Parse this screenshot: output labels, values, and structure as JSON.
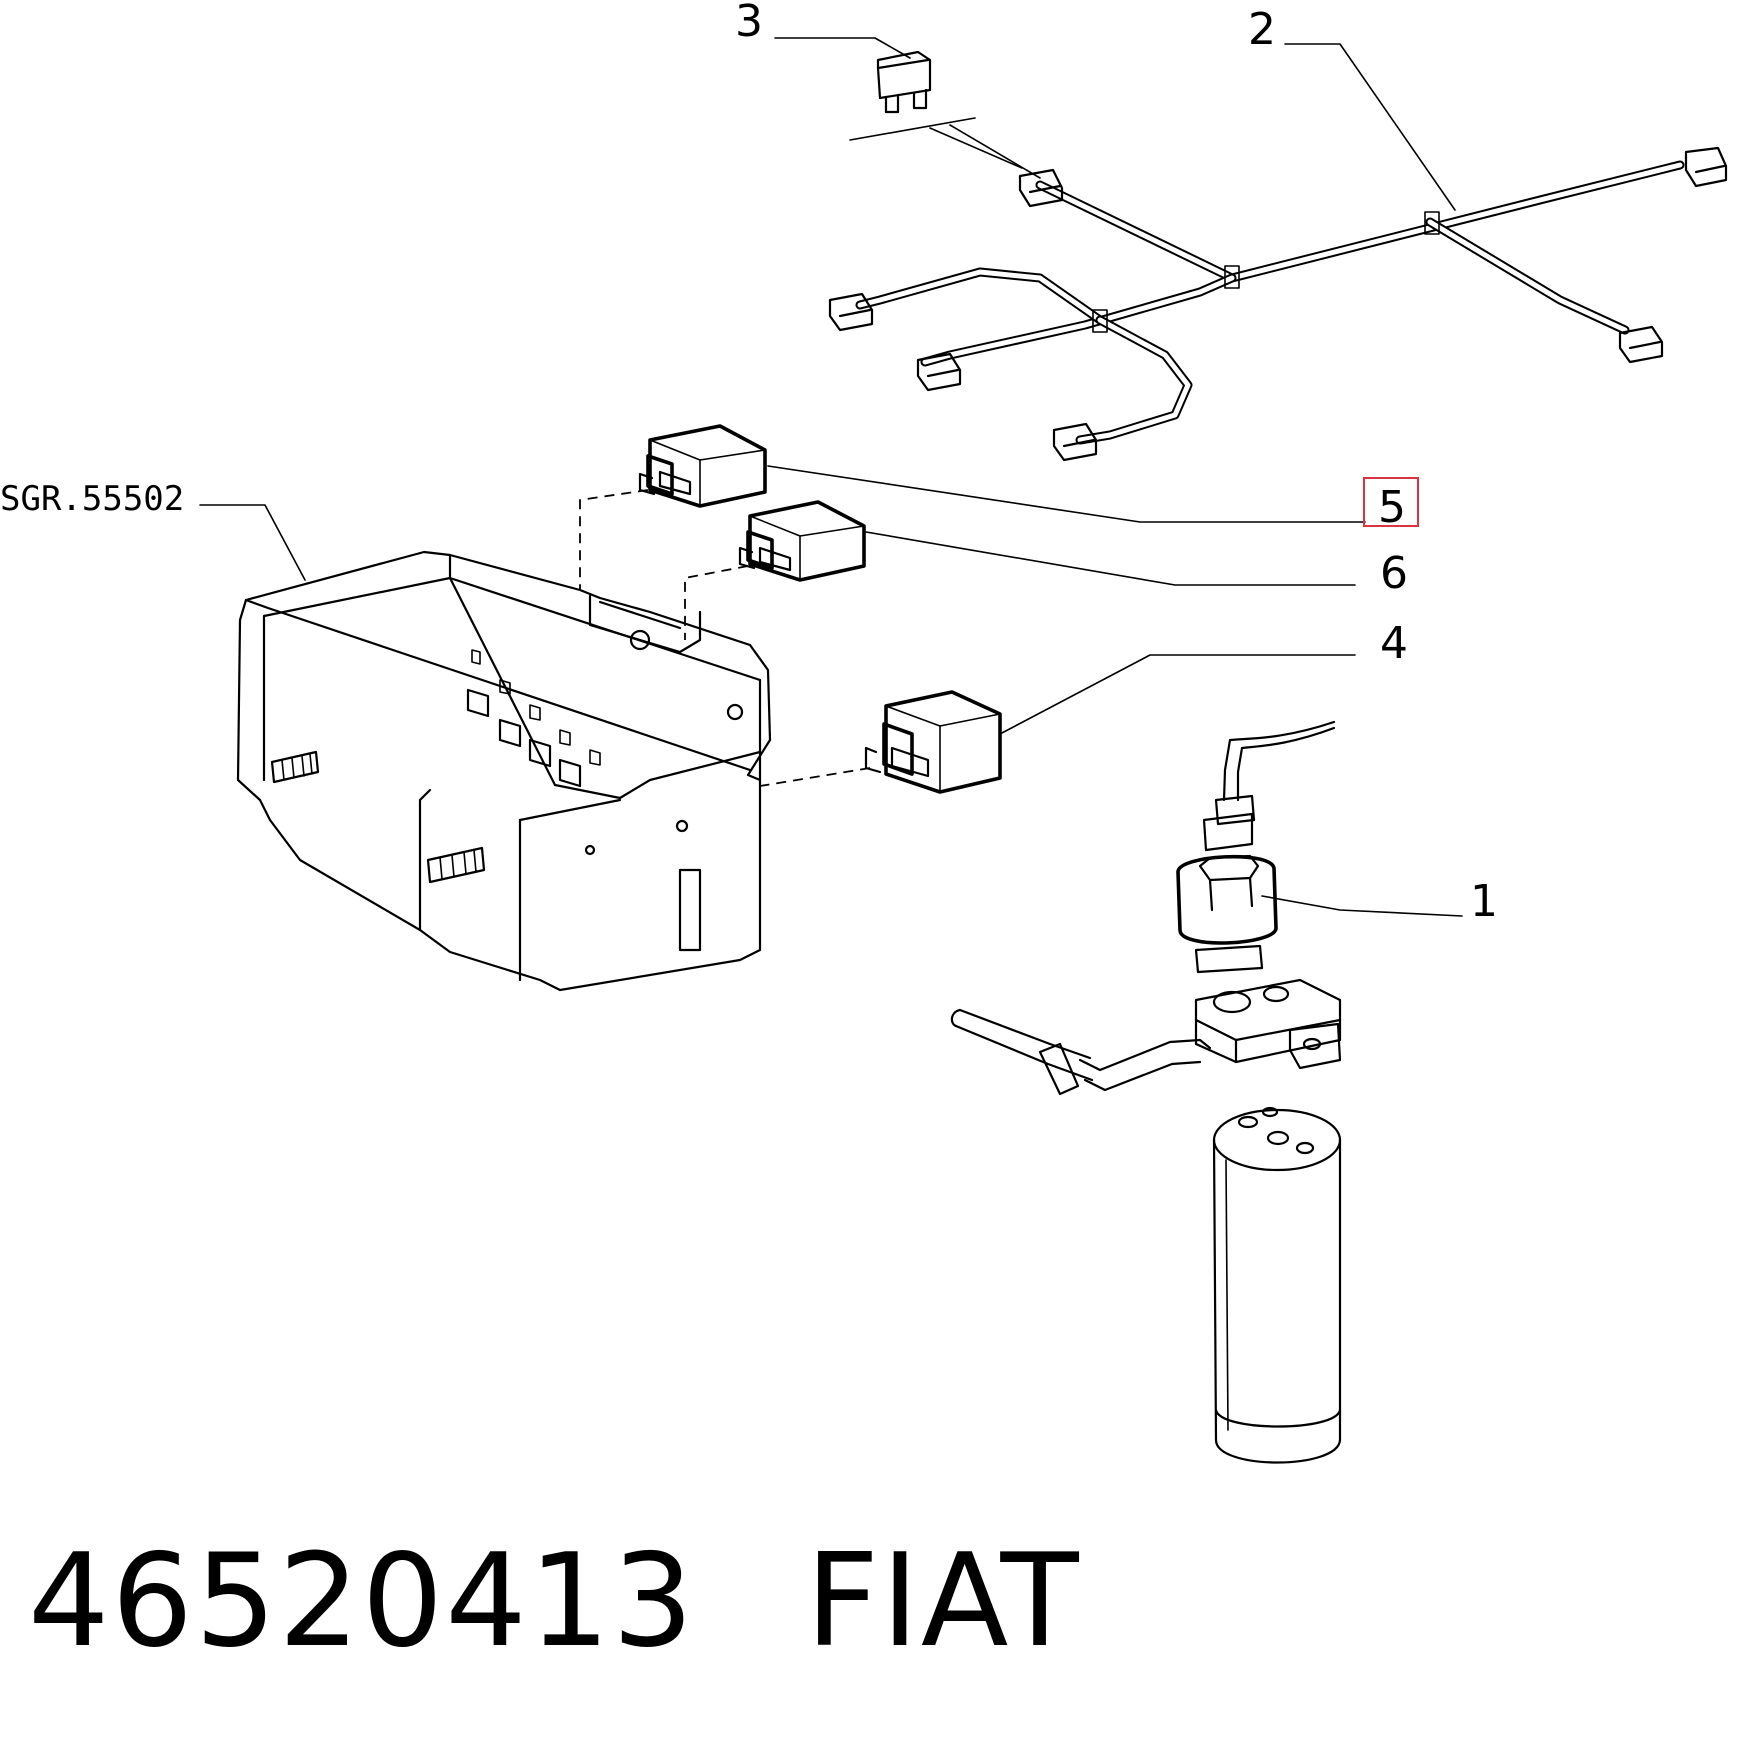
{
  "callouts": {
    "c1": "1",
    "c2": "2",
    "c3": "3",
    "c4": "4",
    "c5": "5",
    "c6": "6"
  },
  "subgroup_ref": "SGR.55502",
  "footer": {
    "part_number": "46520413",
    "brand": "FIAT"
  },
  "colors": {
    "highlight": "#d9343f"
  }
}
